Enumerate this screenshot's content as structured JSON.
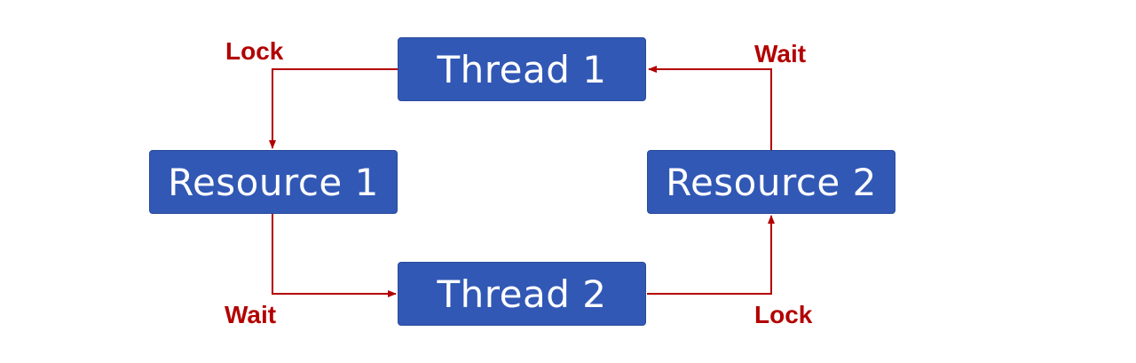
{
  "nodes": {
    "thread_1": "Thread 1",
    "thread_2": "Thread 2",
    "resource_1": "Resource 1",
    "resource_2": "Resource 2"
  },
  "edges": {
    "thread1_to_resource1": "Lock",
    "resource2_to_thread1": "Wait",
    "resource1_to_thread2": "Wait",
    "thread2_to_resource2": "Lock"
  },
  "colors": {
    "node_fill": "#3258B5",
    "node_text": "#FFFFFF",
    "edge": "#B30000"
  }
}
